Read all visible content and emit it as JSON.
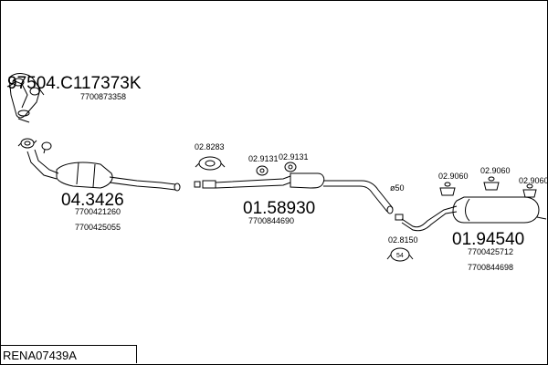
{
  "reference": "RENA07439A",
  "parts": {
    "manifold": {
      "code": "97504.C117373K",
      "oe": [
        "7700873358"
      ]
    },
    "catalyst": {
      "code": "04.3426",
      "oe": [
        "7700421260",
        "7700425055"
      ]
    },
    "middle_silencer": {
      "code": "01.58930",
      "oe": [
        "7700844690"
      ]
    },
    "rear_silencer": {
      "code": "01.94540",
      "oe": [
        "7700425712",
        "7700844698"
      ]
    }
  },
  "fittings": {
    "clamp_front": "02.8283",
    "hanger_a": "02.9131",
    "hanger_b": "02.9131",
    "hanger_c": "02.9060",
    "hanger_d": "02.9060",
    "hanger_e": "02.9060",
    "clamp_rear": "02.8150",
    "clamp_rear_badge": "54",
    "pipe_diameter": "ø50"
  }
}
